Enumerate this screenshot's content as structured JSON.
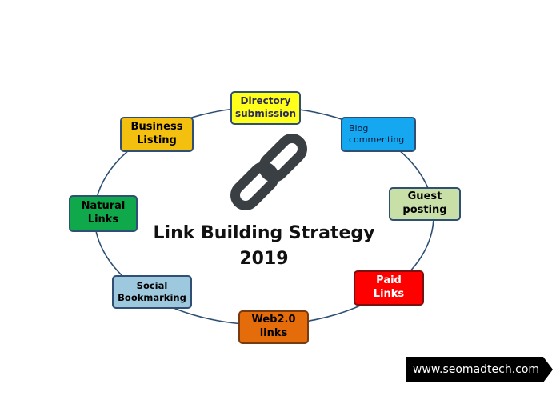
{
  "title": {
    "line1": "Link Building Strategy",
    "line2": "2019"
  },
  "nodes": {
    "directory_submission": {
      "line1": "Directory",
      "line2": "submission"
    },
    "blog_commenting": {
      "line1": "Blog",
      "line2": "commenting"
    },
    "guest_posting": {
      "line1": "Guest",
      "line2": "posting"
    },
    "paid_links": {
      "line1": "Paid",
      "line2": "Links"
    },
    "web20_links": {
      "line1": "Web2.0",
      "line2": "links"
    },
    "social_bookmarking": {
      "line1": "Social",
      "line2": "Bookmarking"
    },
    "natural_links": {
      "line1": "Natural",
      "line2": "Links"
    },
    "business_listing": {
      "line1": "Business",
      "line2": "Listing"
    }
  },
  "badge": {
    "text": "www.seomadtech.com"
  },
  "icons": {
    "center_icon": "chain-link-icon"
  },
  "colors": {
    "ring": "#2f4f74",
    "directory": "#ffff1a",
    "blog": "#15a7f0",
    "guest": "#c9dfa8",
    "paid": "#ff0000",
    "web": "#e46c0a",
    "social": "#9dc8de",
    "natural": "#0fa84a",
    "business": "#f3c010",
    "badge_bg": "#000000",
    "link_icon": "#3a3f44"
  }
}
